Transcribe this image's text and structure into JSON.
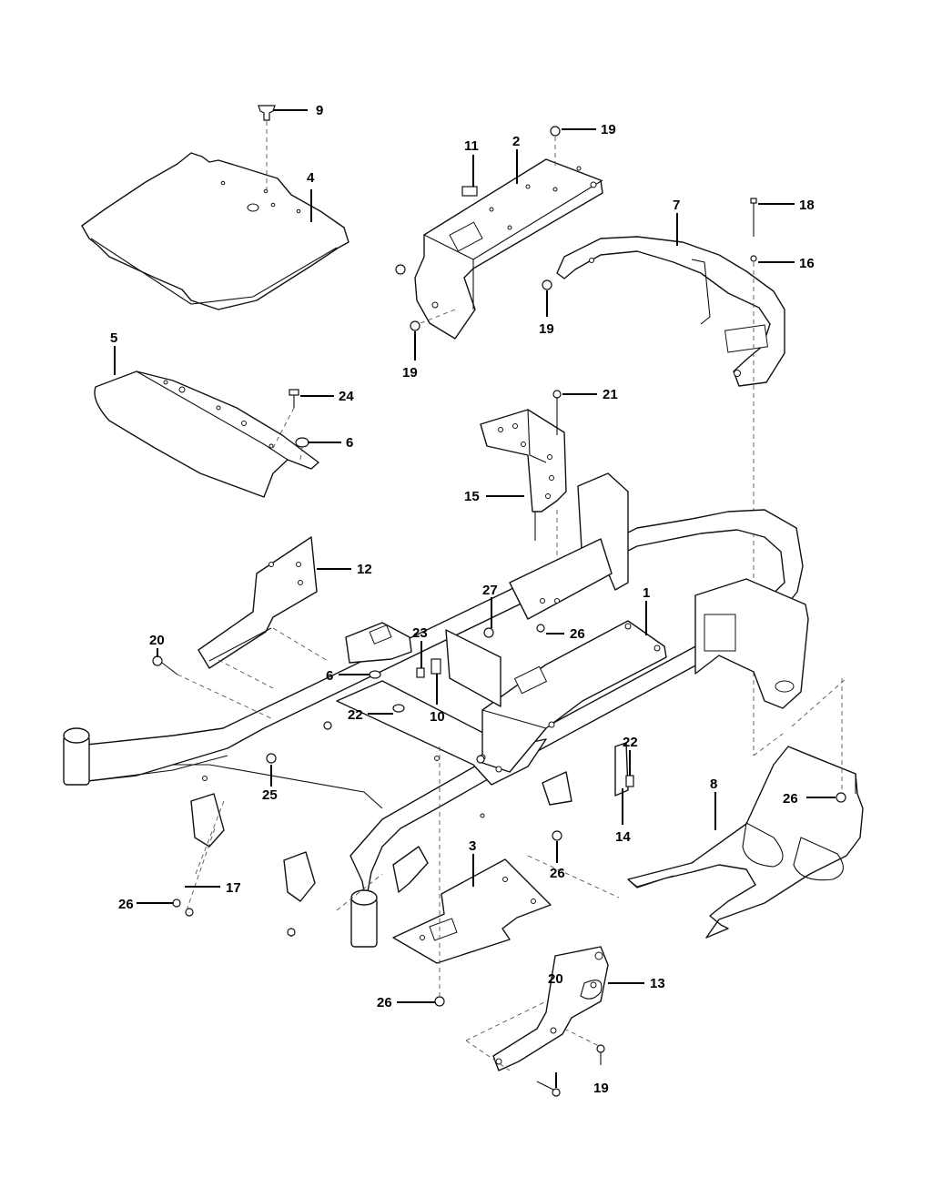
{
  "diagram": {
    "callouts": [
      {
        "id": "c1",
        "label": "1"
      },
      {
        "id": "c2",
        "label": "2"
      },
      {
        "id": "c3",
        "label": "3"
      },
      {
        "id": "c4",
        "label": "4"
      },
      {
        "id": "c5",
        "label": "5"
      },
      {
        "id": "c6a",
        "label": "6"
      },
      {
        "id": "c6b",
        "label": "6"
      },
      {
        "id": "c7",
        "label": "7"
      },
      {
        "id": "c8",
        "label": "8"
      },
      {
        "id": "c9",
        "label": "9"
      },
      {
        "id": "c10",
        "label": "10"
      },
      {
        "id": "c11",
        "label": "11"
      },
      {
        "id": "c12",
        "label": "12"
      },
      {
        "id": "c13",
        "label": "13"
      },
      {
        "id": "c14",
        "label": "14"
      },
      {
        "id": "c15",
        "label": "15"
      },
      {
        "id": "c16",
        "label": "16"
      },
      {
        "id": "c17",
        "label": "17"
      },
      {
        "id": "c18",
        "label": "18"
      },
      {
        "id": "c19a",
        "label": "19"
      },
      {
        "id": "c19b",
        "label": "19"
      },
      {
        "id": "c19c",
        "label": "19"
      },
      {
        "id": "c19d",
        "label": "19"
      },
      {
        "id": "c20a",
        "label": "20"
      },
      {
        "id": "c20b",
        "label": "20"
      },
      {
        "id": "c21",
        "label": "21"
      },
      {
        "id": "c22a",
        "label": "22"
      },
      {
        "id": "c22b",
        "label": "22"
      },
      {
        "id": "c23",
        "label": "23"
      },
      {
        "id": "c24",
        "label": "24"
      },
      {
        "id": "c25",
        "label": "25"
      },
      {
        "id": "c26a",
        "label": "26"
      },
      {
        "id": "c26b",
        "label": "26"
      },
      {
        "id": "c26c",
        "label": "26"
      },
      {
        "id": "c26d",
        "label": "26"
      },
      {
        "id": "c26e",
        "label": "26"
      },
      {
        "id": "c27",
        "label": "27"
      }
    ]
  }
}
